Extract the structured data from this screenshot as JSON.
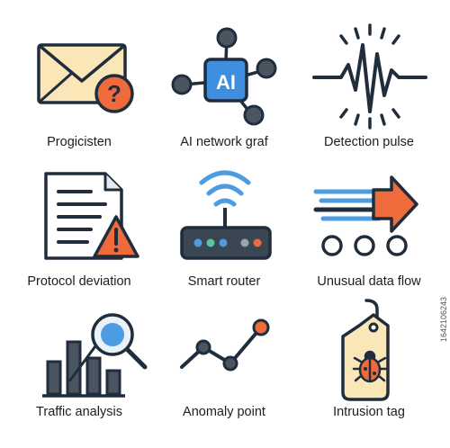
{
  "icons": [
    {
      "label": "Progicisten",
      "icon": "envelope-question-icon"
    },
    {
      "label": "AI network graf",
      "icon": "ai-network-icon",
      "badge": "AI"
    },
    {
      "label": "Detection pulse",
      "icon": "pulse-wave-icon"
    },
    {
      "label": "Protocol deviation",
      "icon": "document-warning-icon"
    },
    {
      "label": "Smart router",
      "icon": "router-icon"
    },
    {
      "label": "Unusual data flow",
      "icon": "data-flow-arrow-icon"
    },
    {
      "label": "Traffic analysis",
      "icon": "bar-chart-magnifier-icon"
    },
    {
      "label": "Anomaly point",
      "icon": "line-anomaly-icon"
    },
    {
      "label": "Intrusion tag",
      "icon": "bug-tag-icon"
    }
  ],
  "side_id": "1642106243",
  "colors": {
    "outline": "#1f2d3d",
    "accent_orange": "#f06b3c",
    "accent_blue": "#4d9be0",
    "cream": "#fbe6b8",
    "gray": "#4a5560"
  }
}
